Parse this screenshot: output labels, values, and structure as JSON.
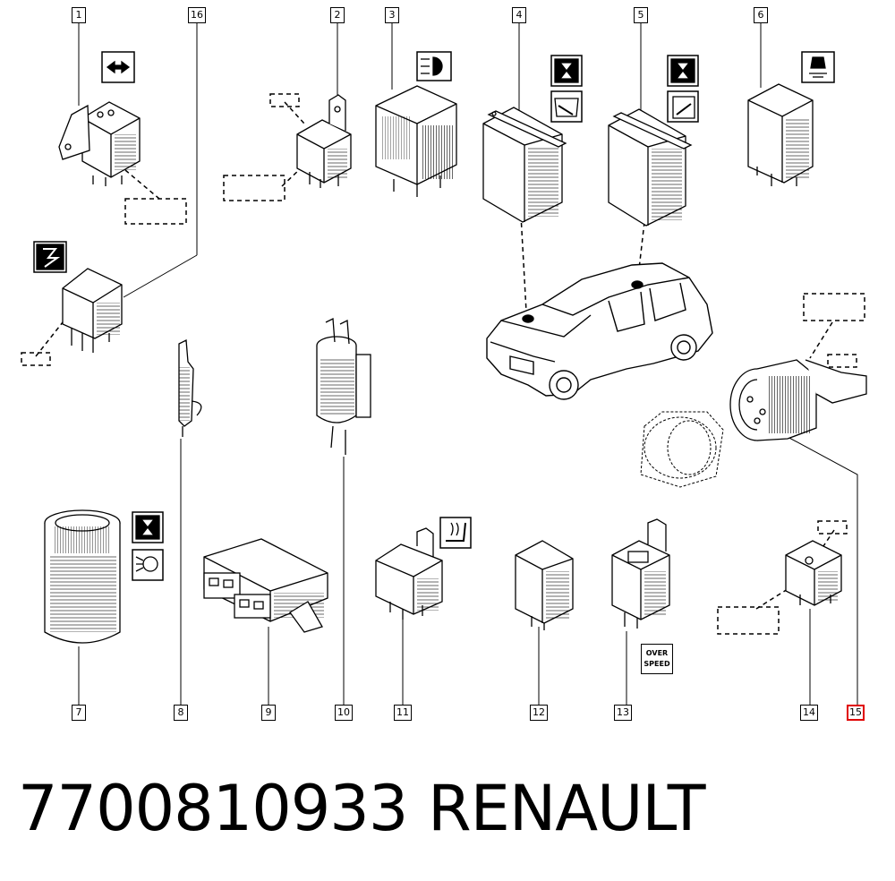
{
  "part_numbers": {
    "p1": "1",
    "p2": "2",
    "p3": "3",
    "p4": "4",
    "p5": "5",
    "p6": "6",
    "p7": "7",
    "p8": "8",
    "p9": "9",
    "p10": "10",
    "p11": "11",
    "p12": "12",
    "p13": "13",
    "p14": "14",
    "p15": "15",
    "p16": "16"
  },
  "overspeed_icon": {
    "line1": "OVER",
    "line2": "SPEED"
  },
  "footer": {
    "part_number": "7700810933",
    "brand": "RENAULT"
  },
  "colors": {
    "ink": "#000000",
    "selected_label": "#e00000"
  }
}
